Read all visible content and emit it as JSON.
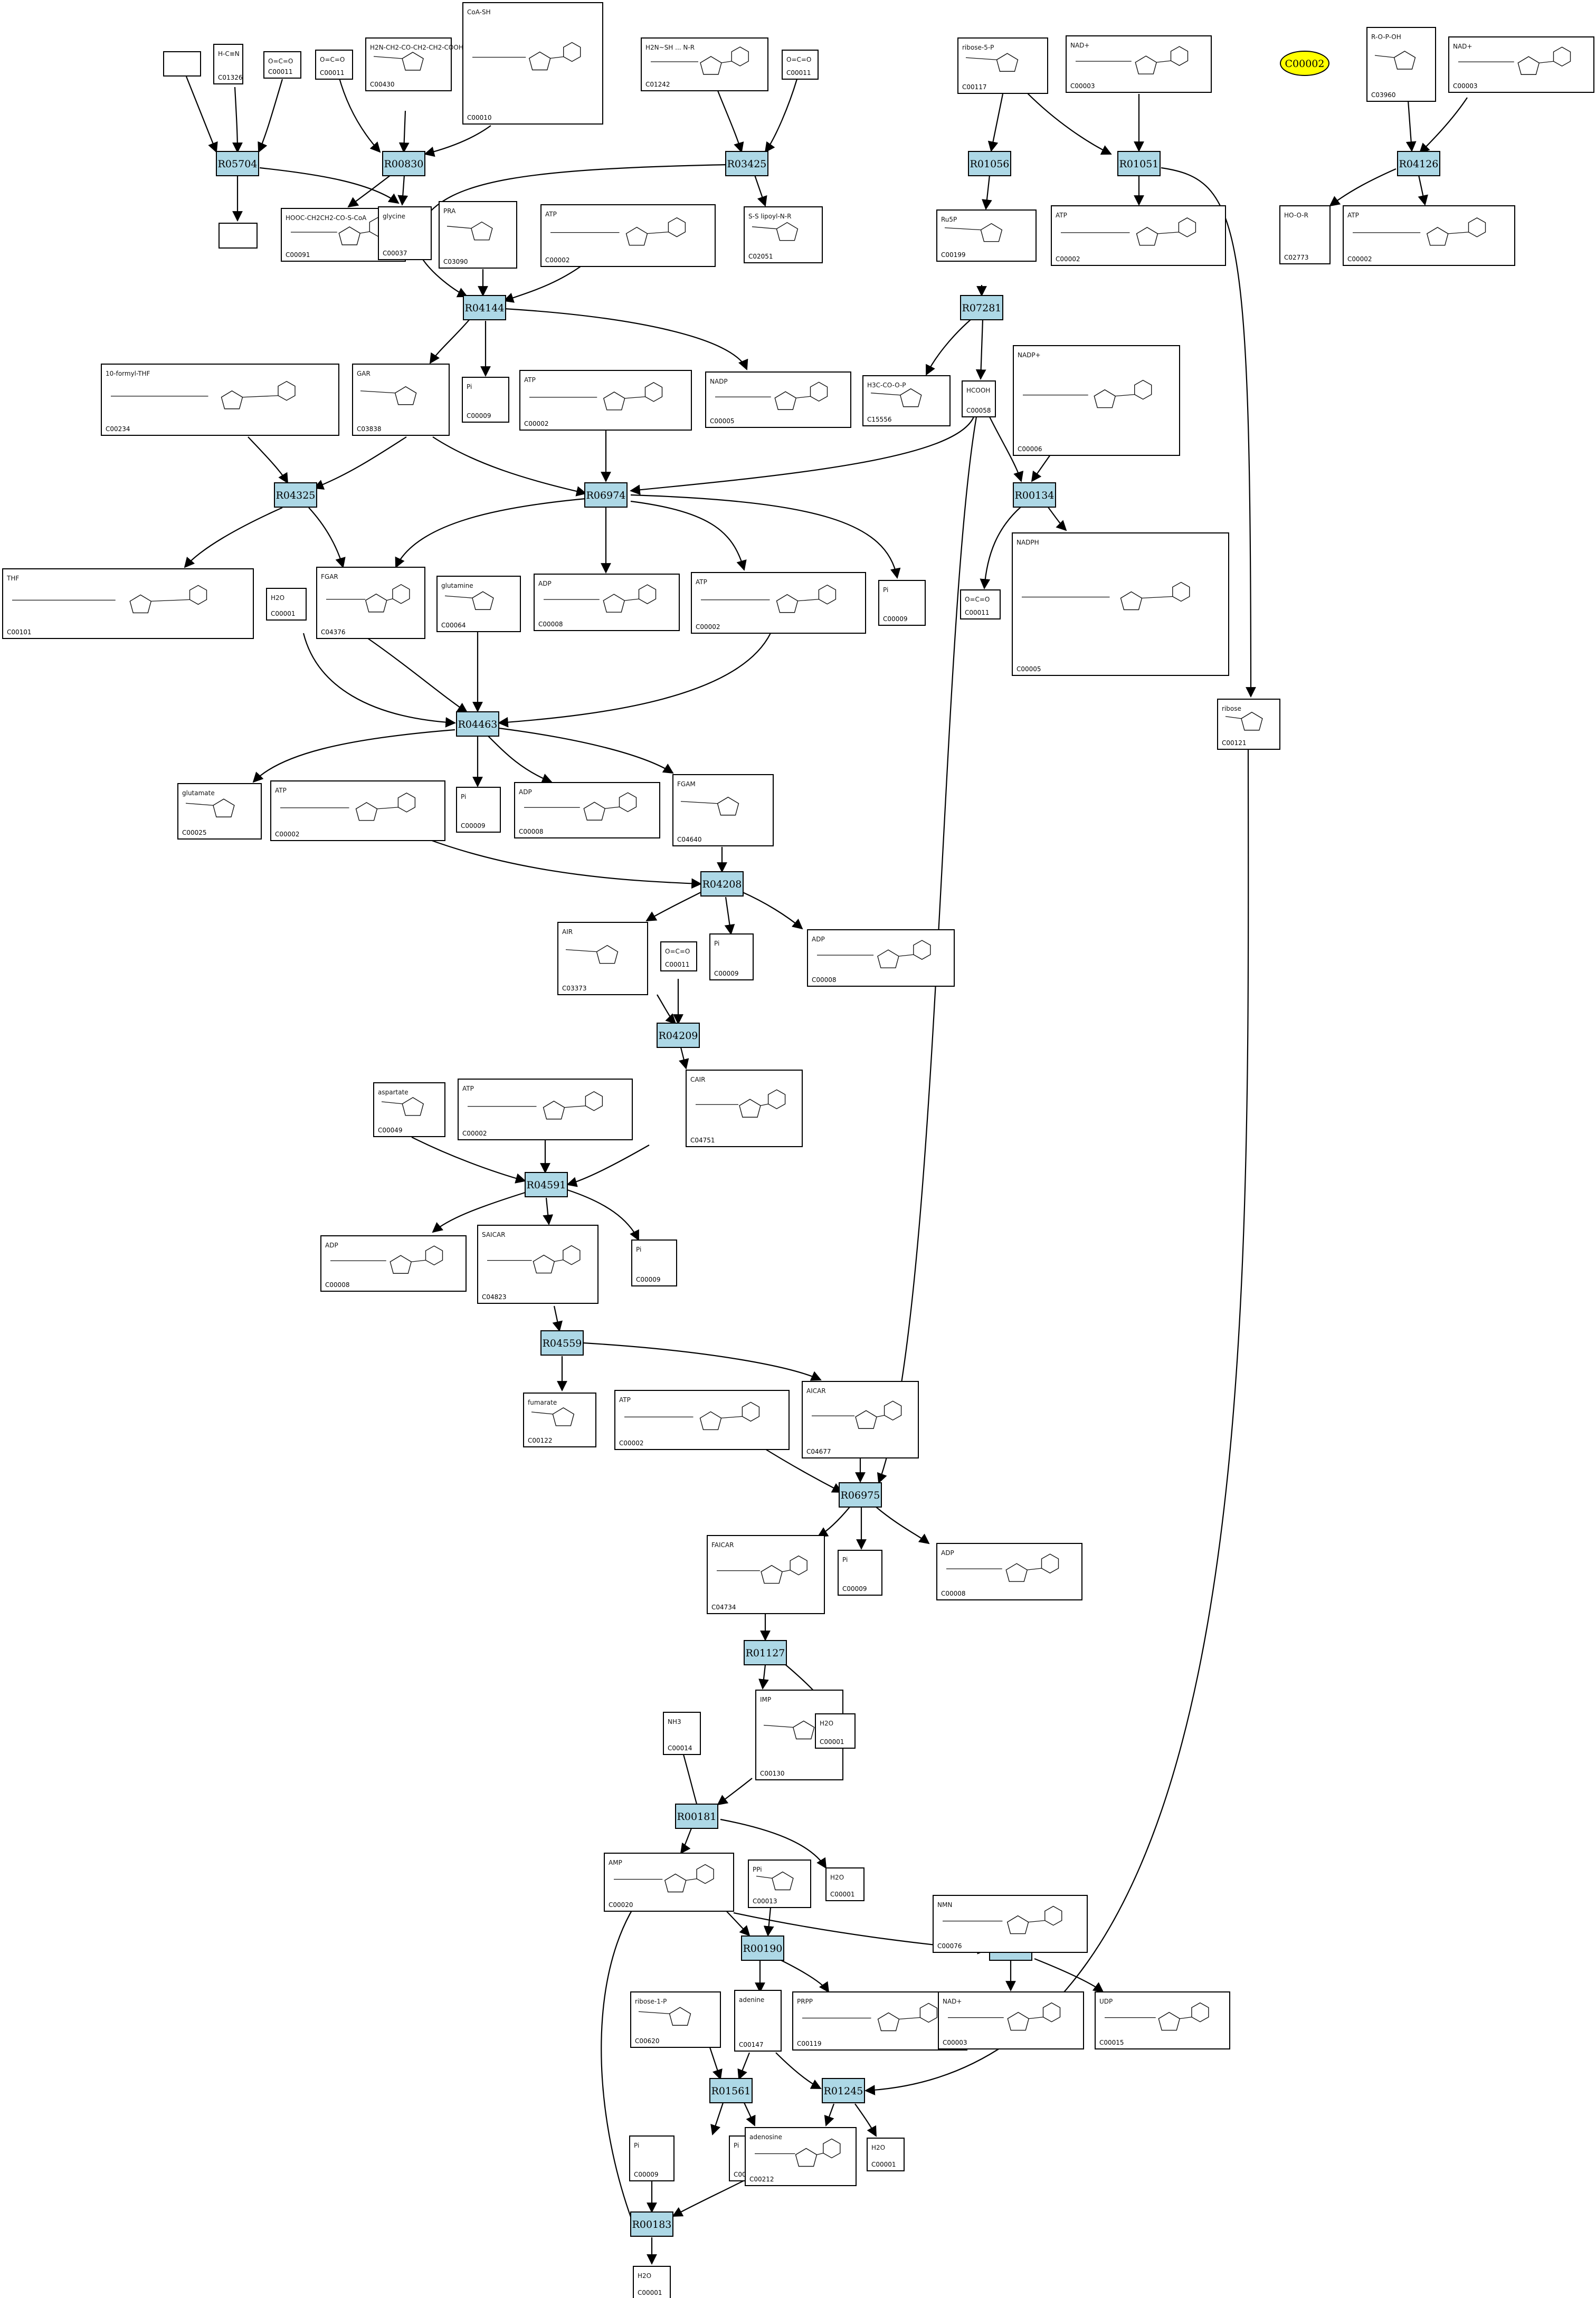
{
  "title_node": {
    "label": "C00002",
    "color": "#ffff00"
  },
  "colors": {
    "reaction_fill": "#add8e6",
    "edge": "#000000",
    "compound_fill": "#ffffff"
  },
  "reactions": [
    {
      "id": "R05704"
    },
    {
      "id": "R00830"
    },
    {
      "id": "R03425"
    },
    {
      "id": "R01056"
    },
    {
      "id": "R01051"
    },
    {
      "id": "R04126"
    },
    {
      "id": "R04144"
    },
    {
      "id": "R07281"
    },
    {
      "id": "R04325"
    },
    {
      "id": "R06974"
    },
    {
      "id": "R00134"
    },
    {
      "id": "R04463"
    },
    {
      "id": "R04208"
    },
    {
      "id": "R04209"
    },
    {
      "id": "R04591"
    },
    {
      "id": "R04559"
    },
    {
      "id": "R06975"
    },
    {
      "id": "R01127"
    },
    {
      "id": "R00181"
    },
    {
      "id": "R00190"
    },
    {
      "id": "R00157"
    },
    {
      "id": "R01561"
    },
    {
      "id": "R01245"
    },
    {
      "id": "R00183"
    }
  ],
  "compounds": [
    {
      "key": "blank_top",
      "label": ""
    },
    {
      "key": "c01326",
      "label": "C01326",
      "structure": "H-C≡N"
    },
    {
      "key": "c00011a",
      "label": "C00011",
      "structure": "O=C=O"
    },
    {
      "key": "c00011b",
      "label": "C00011",
      "structure": "O=C=O"
    },
    {
      "key": "c00430",
      "label": "C00430",
      "structure": "H2N-CH2-CO-CH2-CH2-COOH"
    },
    {
      "key": "c00010",
      "label": "C00010",
      "structure": "CoA-SH"
    },
    {
      "key": "c01242",
      "label": "C01242",
      "structure": "H2N~SH ... N-R"
    },
    {
      "key": "c00011c",
      "label": "C00011",
      "structure": "O=C=O"
    },
    {
      "key": "c00117",
      "label": "C00117",
      "structure": "ribose-5-P"
    },
    {
      "key": "c00003a",
      "label": "C00003",
      "structure": "NAD+"
    },
    {
      "key": "c03960",
      "label": "C03960",
      "structure": "R-O-P-OH"
    },
    {
      "key": "c00003b",
      "label": "C00003",
      "structure": "NAD+"
    },
    {
      "key": "blank_mid",
      "label": ""
    },
    {
      "key": "c00091",
      "label": "C00091",
      "structure": "HOOC-CH2CH2-CO-S-CoA"
    },
    {
      "key": "c00037",
      "label": "C00037",
      "structure": "glycine"
    },
    {
      "key": "c03090",
      "label": "C03090",
      "structure": "PRA"
    },
    {
      "key": "c00002a",
      "label": "C00002",
      "structure": "ATP"
    },
    {
      "key": "c02051",
      "label": "C02051",
      "structure": "S-S lipoyl-N-R"
    },
    {
      "key": "c00199",
      "label": "C00199",
      "structure": "Ru5P"
    },
    {
      "key": "c00002b",
      "label": "C00002",
      "structure": "ATP"
    },
    {
      "key": "c02773",
      "label": "C02773",
      "structure": "HO-O-R"
    },
    {
      "key": "c00002c",
      "label": "C00002",
      "structure": "ATP"
    },
    {
      "key": "c00234",
      "label": "C00234",
      "structure": "10-formyl-THF"
    },
    {
      "key": "c03838",
      "label": "C03838",
      "structure": "GAR"
    },
    {
      "key": "c00009a",
      "label": "C00009",
      "structure": "Pi"
    },
    {
      "key": "c00002d",
      "label": "C00002",
      "structure": "ATP"
    },
    {
      "key": "c00005",
      "label": "C00005",
      "structure": "NADP"
    },
    {
      "key": "c15556",
      "label": "C15556",
      "structure": "H3C-CO-O-P"
    },
    {
      "key": "c00058",
      "label": "C00058",
      "structure": "HCOOH"
    },
    {
      "key": "c00006",
      "label": "C00006",
      "structure": "NADP+"
    },
    {
      "key": "c00101",
      "label": "C00101",
      "structure": "THF"
    },
    {
      "key": "c04376",
      "label": "C04376",
      "structure": "FGAR"
    },
    {
      "key": "c00001a",
      "label": "C00001",
      "structure": "H2O"
    },
    {
      "key": "c00064",
      "label": "C00064",
      "structure": "glutamine"
    },
    {
      "key": "c00008a",
      "label": "C00008",
      "structure": "ADP"
    },
    {
      "key": "c00002e",
      "label": "C00002",
      "structure": "ATP"
    },
    {
      "key": "c00009b",
      "label": "C00009",
      "structure": "Pi"
    },
    {
      "key": "c00011d",
      "label": "C00011",
      "structure": "O=C=O"
    },
    {
      "key": "c00005b",
      "label": "C00005",
      "structure": "NADPH"
    },
    {
      "key": "c00121",
      "label": "C00121",
      "structure": "ribose"
    },
    {
      "key": "c00025",
      "label": "C00025",
      "structure": "glutamate"
    },
    {
      "key": "c00002f",
      "label": "C00002",
      "structure": "ATP"
    },
    {
      "key": "c00009c",
      "label": "C00009",
      "structure": "Pi"
    },
    {
      "key": "c00008b",
      "label": "C00008",
      "structure": "ADP"
    },
    {
      "key": "c04640",
      "label": "C04640",
      "structure": "FGAM"
    },
    {
      "key": "c03373",
      "label": "C03373",
      "structure": "AIR"
    },
    {
      "key": "c00011e",
      "label": "C00011",
      "structure": "O=C=O"
    },
    {
      "key": "c00009d",
      "label": "C00009",
      "structure": "Pi"
    },
    {
      "key": "c00008c",
      "label": "C00008",
      "structure": "ADP"
    },
    {
      "key": "c04751",
      "label": "C04751",
      "structure": "CAIR"
    },
    {
      "key": "c00049",
      "label": "C00049",
      "structure": "aspartate"
    },
    {
      "key": "c00002g",
      "label": "C00002",
      "structure": "ATP"
    },
    {
      "key": "c00008d",
      "label": "C00008",
      "structure": "ADP"
    },
    {
      "key": "c04823",
      "label": "C04823",
      "structure": "SAICAR"
    },
    {
      "key": "c00009e",
      "label": "C00009",
      "structure": "Pi"
    },
    {
      "key": "c00122",
      "label": "C00122",
      "structure": "fumarate"
    },
    {
      "key": "c00002h",
      "label": "C00002",
      "structure": "ATP"
    },
    {
      "key": "c04677",
      "label": "C04677",
      "structure": "AICAR"
    },
    {
      "key": "c04734",
      "label": "C04734",
      "structure": "FAICAR"
    },
    {
      "key": "c00009f",
      "label": "C00009",
      "structure": "Pi"
    },
    {
      "key": "c00008e",
      "label": "C00008",
      "structure": "ADP"
    },
    {
      "key": "c00130",
      "label": "C00130",
      "structure": "IMP"
    },
    {
      "key": "c00001b",
      "label": "C00001",
      "structure": "H2O"
    },
    {
      "key": "c00014",
      "label": "C00014",
      "structure": "NH3"
    },
    {
      "key": "c00020",
      "label": "C00020",
      "structure": "AMP"
    },
    {
      "key": "c00013",
      "label": "C00013",
      "structure": "PPi"
    },
    {
      "key": "c00001c",
      "label": "C00001",
      "structure": "H2O"
    },
    {
      "key": "c00076",
      "label": "C00076",
      "structure": "NMN"
    },
    {
      "key": "c00620",
      "label": "C00620",
      "structure": "ribose-1-P"
    },
    {
      "key": "c00147",
      "label": "C00147",
      "structure": "adenine"
    },
    {
      "key": "c00119",
      "label": "C00119",
      "structure": "PRPP"
    },
    {
      "key": "c00003c",
      "label": "C00003",
      "structure": "NAD+"
    },
    {
      "key": "c00015",
      "label": "C00015",
      "structure": "UDP"
    },
    {
      "key": "c00009g",
      "label": "C00009",
      "structure": "Pi"
    },
    {
      "key": "c00009h",
      "label": "C00009",
      "structure": "Pi"
    },
    {
      "key": "c00212",
      "label": "C00212",
      "structure": "adenosine"
    },
    {
      "key": "c00001d",
      "label": "C00001",
      "structure": "H2O"
    },
    {
      "key": "c00001e",
      "label": "C00001",
      "structure": "H2O"
    }
  ]
}
